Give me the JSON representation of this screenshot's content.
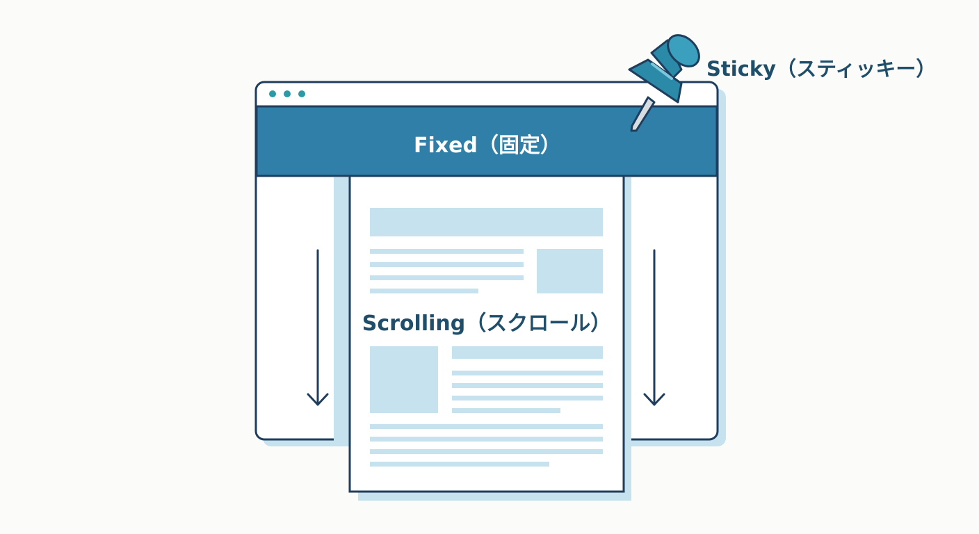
{
  "labels": {
    "fixed": "Fixed（固定）",
    "scrolling": "Scrolling（スクロール）",
    "sticky": "Sticky（スティッキー）"
  },
  "icons": {
    "window_dots": "traffic-light-dots",
    "scroll_arrows": "arrow-down-icon",
    "pin": "pushpin-icon"
  },
  "colors": {
    "background": "#fbfbf9",
    "outline": "#1f3d5c",
    "header": "#2f7fa8",
    "shadow": "#c6e2ee",
    "placeholder": "#c6e2ee",
    "pin": "#2a8aa8",
    "dot": "#2a9aa8"
  }
}
